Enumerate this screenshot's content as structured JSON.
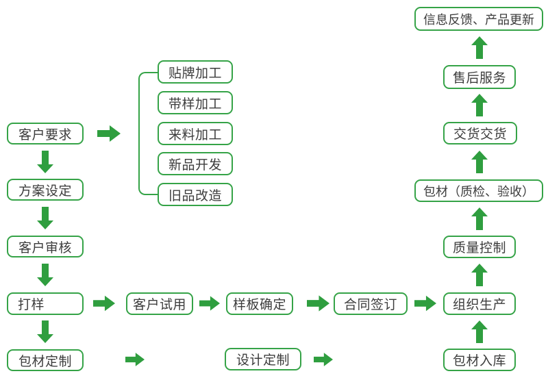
{
  "colors": {
    "green": "#2f9e3f",
    "border_green": "#35a347",
    "text": "#3c3c3c",
    "background": "#ffffff"
  },
  "nodes": {
    "req": "客户要求",
    "plan": "方案设定",
    "review": "客户审核",
    "sample": "打样",
    "pack_custom": "包材定制",
    "oem": "贴牌加工",
    "with_sample": "带样加工",
    "incoming": "来料加工",
    "new_dev": "新品开发",
    "old_remake": "旧品改造",
    "trial": "客户试用",
    "sample_confirm": "样板确定",
    "contract": "合同签订",
    "production": "组织生产",
    "pack_in": "包材入库",
    "design": "设计定制",
    "qc": "质量控制",
    "pack_inspect": "包材（质检、验收）",
    "delivery": "交货交货",
    "after_sales": "售后服务",
    "feedback": "信息反馈、产品更新"
  }
}
